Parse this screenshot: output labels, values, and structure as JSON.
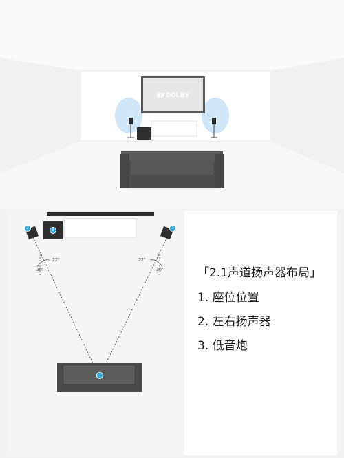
{
  "room": {
    "screen_brand": "DOLBY"
  },
  "plan": {
    "angle_left_inner": "22°",
    "angle_left_outer": "30°",
    "angle_right_inner": "22°",
    "angle_right_outer": "30°",
    "colors": {
      "accent": "#2aa8e0",
      "dark": "#2f2f2f",
      "sofa": "#4a4a4a"
    }
  },
  "text": {
    "title": "「2.1声道扬声器布局」",
    "item1": "1. 座位位置",
    "item2": "2. 左右扬声器",
    "item3": "3. 低音炮"
  }
}
